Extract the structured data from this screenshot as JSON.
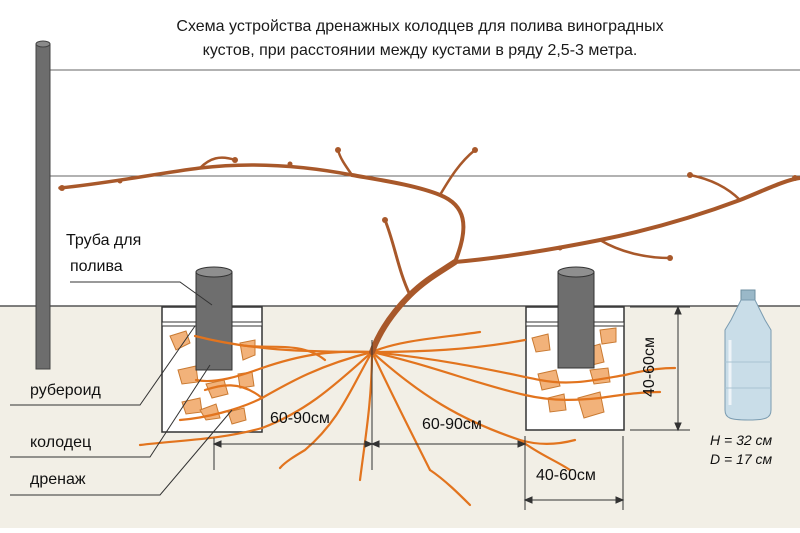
{
  "title": {
    "line1": "Схема устройства  дренажных колодцев  для полива виноградных",
    "line2": "кустов, при расстоянии между кустами в ряду 2,5-3 метра."
  },
  "labels": {
    "pipe_line1": "Труба для",
    "pipe_line2": "полива",
    "ruberoid": "рубероид",
    "well": "колодец",
    "drainage": "дренаж",
    "dist_left": "60-90см",
    "dist_right": "60-90см",
    "width": "40-60см",
    "depth": "40-60см",
    "bottle_h": "H = 32 см",
    "bottle_d": "D = 17 см"
  },
  "colors": {
    "vine": "#a8582a",
    "roots": "#e2741e",
    "leaves": "#f2b27a",
    "soil": "#f2efe6",
    "pipe": "#6e6e6e",
    "bottle": "#c9dde8"
  },
  "icons": [
    "grape-vine-icon",
    "plastic-bottle-icon"
  ]
}
